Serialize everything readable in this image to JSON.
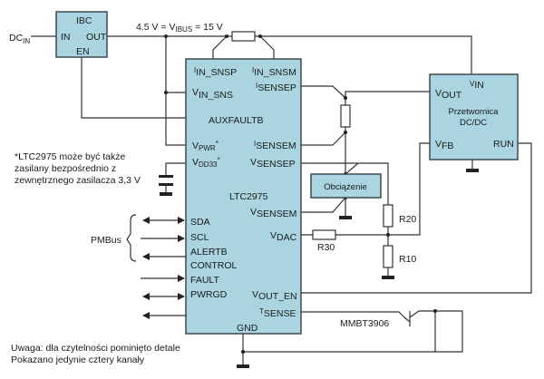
{
  "ibc": {
    "title": "IBC",
    "in": "IN",
    "out": "OUT",
    "en": "EN"
  },
  "dc_in": {
    "main": "DC",
    "sub": "IN"
  },
  "bus_label": {
    "pre": "4.5 V = V",
    "sub": "IBUS",
    "post": " = 15 V"
  },
  "chip": {
    "name": "LTC2975",
    "pins": {
      "iin_snsp": {
        "main": "I",
        "sub": "IN_SNSP"
      },
      "iin_snsm": {
        "main": "I",
        "sub": "IN_SNSM"
      },
      "vin_sns": {
        "main": "V",
        "sub": "IN_SNS"
      },
      "isensep": {
        "main": "I",
        "sub": "SENSEP"
      },
      "auxfaultb": "AUXFAULTB",
      "vpwr": {
        "main": "V",
        "sub": "PWR",
        "post": "*"
      },
      "isensem": {
        "main": "I",
        "sub": "SENSEM"
      },
      "vdd33": {
        "main": "V",
        "sub": "DD33",
        "post": "*"
      },
      "vsensep": {
        "main": "V",
        "sub": "SENSEP"
      },
      "vsensem": {
        "main": "V",
        "sub": "SENSEM"
      },
      "vdac": {
        "main": "V",
        "sub": "DAC"
      },
      "sda": "SDA",
      "scl": "SCL",
      "alertb": "ALERTB",
      "control": "CONTROL",
      "fault": "FAULT",
      "pwrgd": "PWRGD",
      "vout_en": {
        "main": "V",
        "sub": "OUT_EN"
      },
      "tsense": {
        "main": "T",
        "sub": "SENSE"
      },
      "gnd": "GND"
    }
  },
  "dcdc": {
    "title1": "Przetwornica",
    "title2": "DC/DC",
    "vout": {
      "main": "V",
      "sub": "OUT"
    },
    "vin": {
      "main": "V",
      "sub": "IN"
    },
    "vfb": {
      "main": "V",
      "sub": "FB"
    },
    "run": "RUN"
  },
  "load": "Obciążenie",
  "resistors": {
    "r20": "R20",
    "r30": "R30",
    "r10": "R10"
  },
  "transistor": "MMBT3906",
  "pmbus": "PMBus",
  "footnote": [
    "*LTC2975 może być także",
    "zasilany bezpośrednio z",
    "zewnętrznego zasilacza 3,3 V"
  ],
  "note": [
    "Uwaga: dla czytelności pominięto detale",
    "Pokazano jedynie cztery kanały"
  ]
}
